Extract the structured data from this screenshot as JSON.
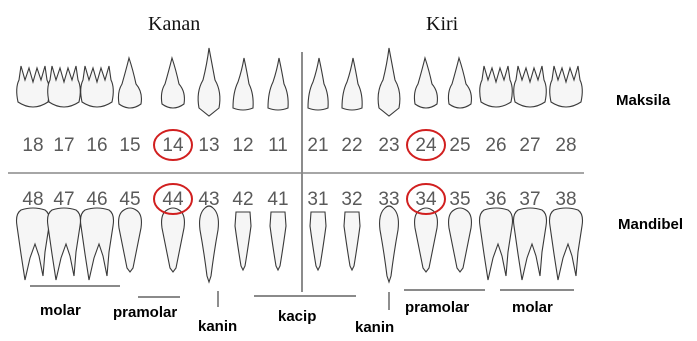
{
  "labels": {
    "right": "Kanan",
    "left": "Kiri",
    "maxilla": "Maksila",
    "mandible": "Mandibel"
  },
  "upper_numbers": [
    "18",
    "17",
    "16",
    "15",
    "14",
    "13",
    "12",
    "11",
    "21",
    "22",
    "23",
    "24",
    "25",
    "26",
    "27",
    "28"
  ],
  "lower_numbers": [
    "48",
    "47",
    "46",
    "45",
    "44",
    "43",
    "42",
    "41",
    "31",
    "32",
    "33",
    "34",
    "35",
    "36",
    "37",
    "38"
  ],
  "highlighted": [
    "14",
    "24",
    "44",
    "34"
  ],
  "highlight_color": "#d11f1f",
  "groups": {
    "molar_left": "molar",
    "premolar_left": "pramolar",
    "canine_left": "kanin",
    "incisor": "kacip",
    "canine_right": "kanin",
    "premolar_right": "pramolar",
    "molar_right": "molar"
  }
}
